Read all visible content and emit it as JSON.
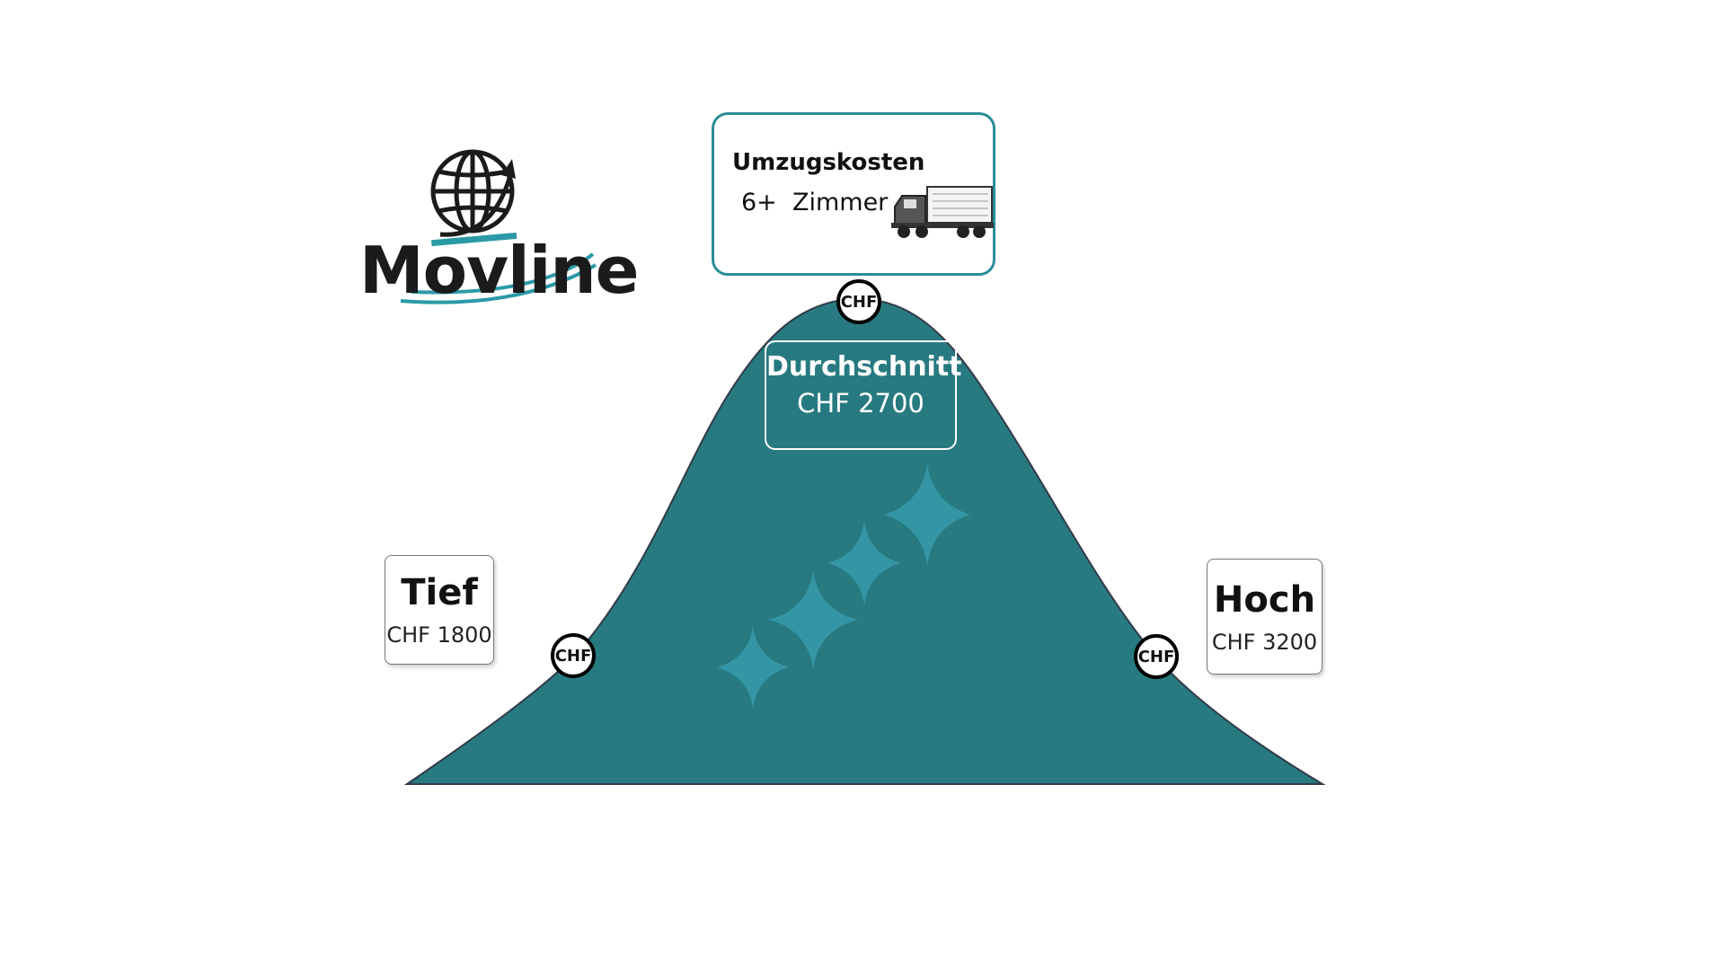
{
  "logo": {
    "wordmark": "Movline"
  },
  "title_card": {
    "line1": "Umzugskosten",
    "line2": "6+  Zimmer",
    "icon": "truck-icon"
  },
  "markers": {
    "symbol": "CHF"
  },
  "levels": {
    "low": {
      "label": "Tief",
      "value_text": "CHF 1800"
    },
    "avg": {
      "label": "Durchschnitt",
      "value_text": "CHF 2700"
    },
    "high": {
      "label": "Hoch",
      "value_text": "CHF 3200"
    }
  },
  "colors": {
    "curve_fill": "#277a80",
    "accent": "#2a8d98",
    "sparkle": "#3496a4",
    "text": "#111111"
  },
  "decorations": {
    "sparkles": 4
  }
}
